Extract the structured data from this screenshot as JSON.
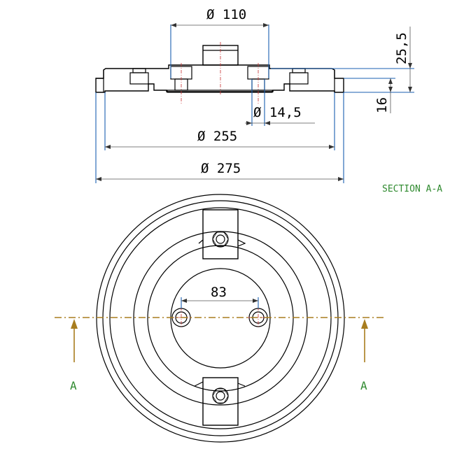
{
  "dimensions": {
    "d110": "Ø 110",
    "h25_5": "25,5",
    "h16": "16",
    "d14_5": "Ø 14,5",
    "d255": "Ø 255",
    "d275": "Ø 275",
    "d83": "83"
  },
  "section_title": "SECTION A-A",
  "section_marks": {
    "left": "A",
    "right": "A"
  },
  "colors": {
    "outline": "#000000",
    "hidden_edges": "#1a5fb0",
    "center_lines": "#c83232",
    "cutting_plane": "#a87d1e",
    "labels": "#2f8a2f"
  }
}
